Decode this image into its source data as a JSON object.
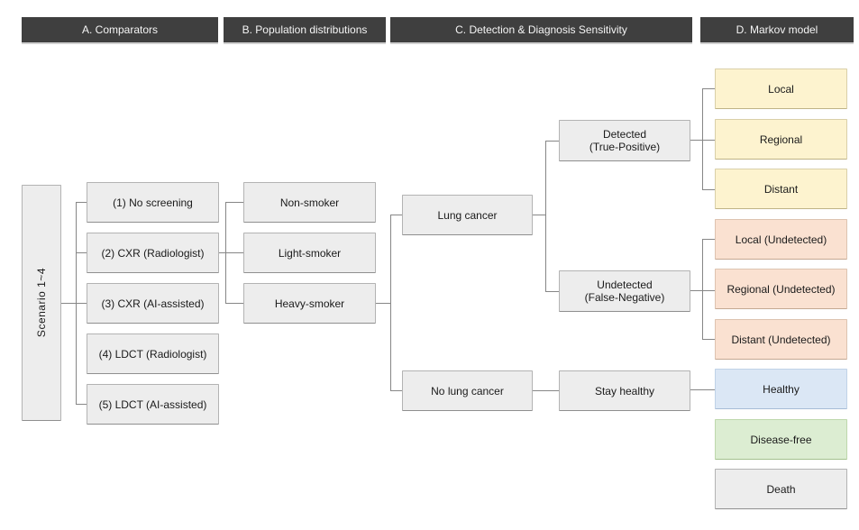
{
  "headers": {
    "comparators": "A. Comparators",
    "population": "B. Population distributions",
    "detection": "C. Detection & Diagnosis Sensitivity",
    "markov": "D. Markov model"
  },
  "scenario_label": "Scenario 1~4",
  "comparators": [
    "(1) No screening",
    "(2) CXR (Radiologist)",
    "(3) CXR (AI-assisted)",
    "(4) LDCT (Radiologist)",
    "(5) LDCT (AI-assisted)"
  ],
  "population": [
    "Non-smoker",
    "Light-smoker",
    "Heavy-smoker"
  ],
  "detection": {
    "lung_cancer": "Lung cancer",
    "no_lung_cancer": "No lung cancer",
    "detected": "Detected\n(True-Positive)",
    "undetected": "Undetected\n(False-Negative)",
    "stay_healthy": "Stay healthy"
  },
  "markov": {
    "detected_states": [
      "Local",
      "Regional",
      "Distant"
    ],
    "undetected_states": [
      "Local (Undetected)",
      "Regional (Undetected)",
      "Distant (Undetected)"
    ],
    "healthy": "Healthy",
    "disease_free": "Disease-free",
    "death": "Death"
  },
  "colors": {
    "header_bg": "#3f3f3f",
    "header_text": "#f5f5f5",
    "box_gray": "#ededed",
    "state_yellow": "#fdf3cf",
    "state_peach": "#fae1d1",
    "state_blue": "#dbe7f5",
    "state_green": "#dcedd2",
    "connector": "#868686"
  }
}
